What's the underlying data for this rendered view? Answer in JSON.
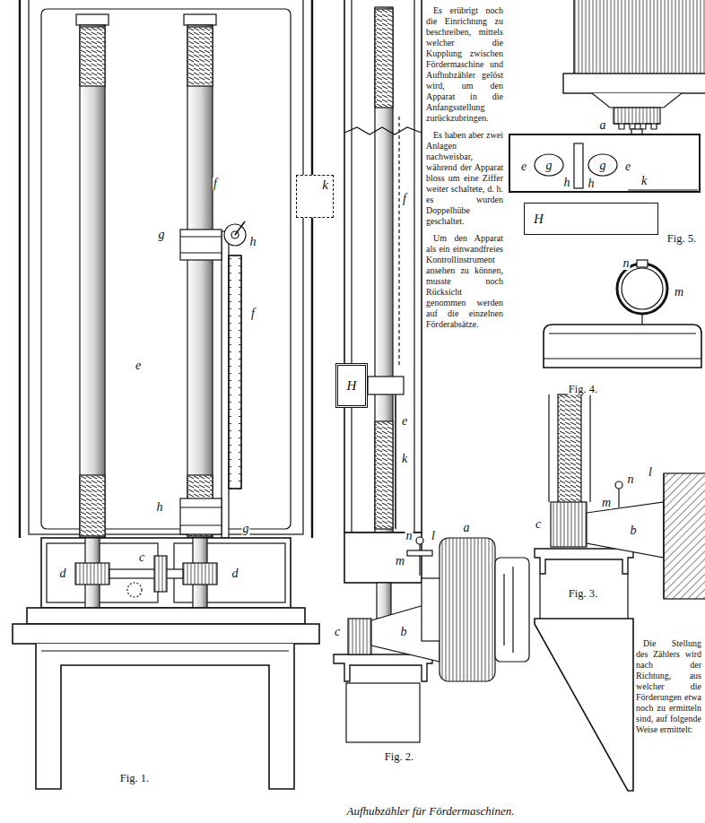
{
  "diagram": {
    "caption": "Aufhubzähler für Fördermaschinen.",
    "nodes": [
      {
        "text": [
          "k"
        ]
      },
      {
        "text": [
          "H"
        ]
      },
      {
        "text": [
          "H"
        ]
      }
    ],
    "labels": [
      "f",
      "g",
      "h",
      "e",
      "f",
      "h",
      "g",
      "c",
      "d",
      "d",
      "Fig. 1.",
      "f",
      "e",
      "k",
      "c",
      "b",
      "a",
      "n",
      "l",
      "m",
      "Fig. 2.",
      "c",
      "b",
      "m",
      "n",
      "l",
      "Fig. 3.",
      "n",
      "m",
      "Fig. 4.",
      "a",
      "e",
      "g",
      "g",
      "e",
      "h",
      "h",
      "k",
      "Fig. 5.",
      "Es erübrigt noch die Einrichtung zu beschreiben, mittels welcher die Kupplung zwischen Fördermaschine und Aufhubzähler gelöst wird, um den Apparat in die Anfangsstellung zurückzubringen.",
      "Es haben aber zwei Anlagen nachweisbar, während der Apparat bloss um eine Ziffer weiter schaltete, d. h. es wurden Doppelhübe geschaltet.",
      "Um den Apparat als ein einwandfreies Kontrollinstrument ansehen zu können, musste noch Rücksicht genommen werden auf die einzelnen Förderabsätze.",
      "Die Stellung des Zählers wird nach der Richtung, aus welcher die Förderungen etwa noch zu ermitteln sind, auf folgende Weise ermittelt:"
    ]
  }
}
